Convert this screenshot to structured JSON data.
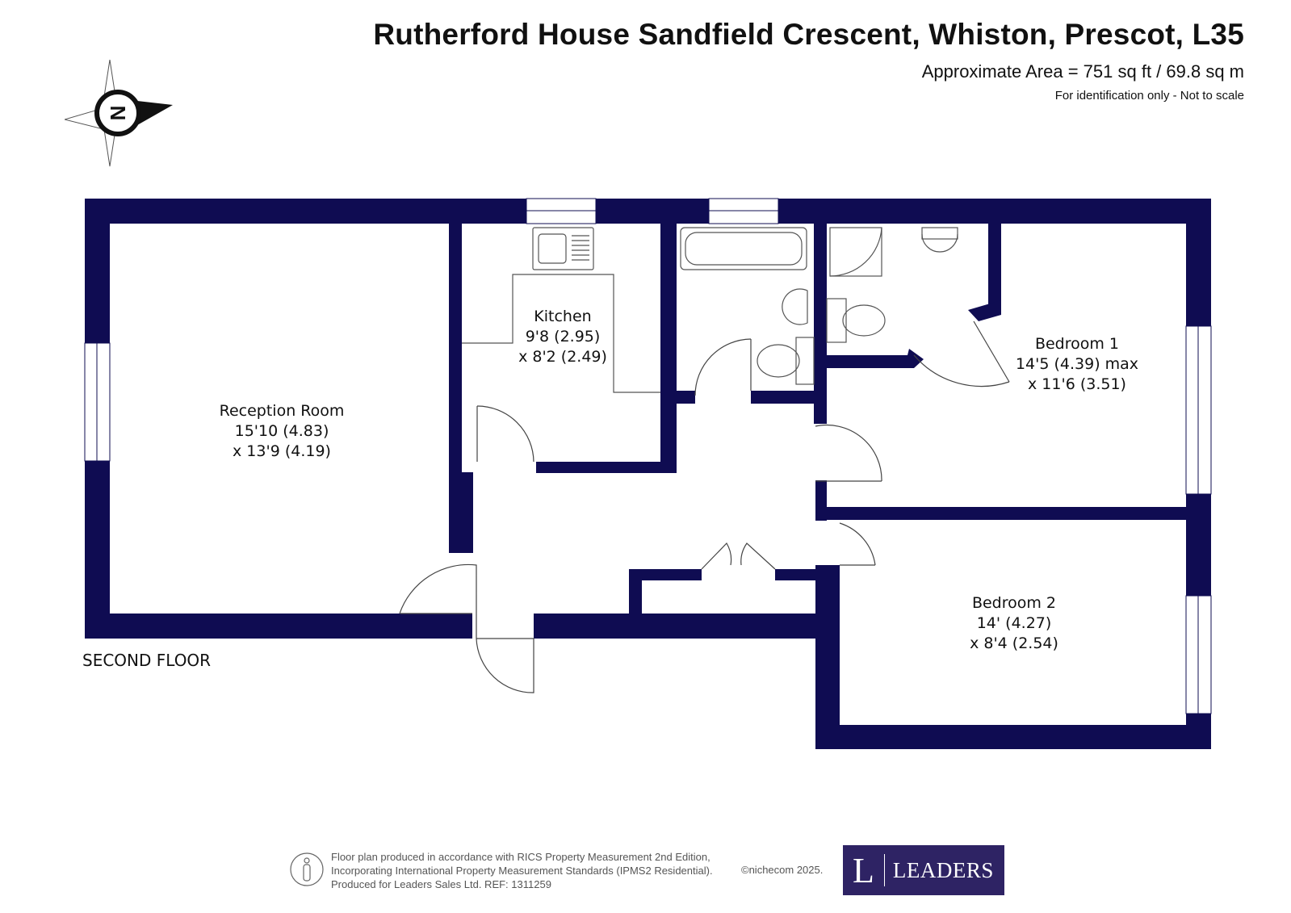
{
  "header": {
    "title": "Rutherford House Sandfield Crescent, Whiston, Prescot, L35",
    "area": "Approximate Area = 751 sq ft / 69.8 sq m",
    "identification": "For identification only - Not to scale"
  },
  "compass": {
    "letter": "N",
    "icon": "compass-rose-icon"
  },
  "floor_label": "SECOND FLOOR",
  "rooms": [
    {
      "name": "Reception Room",
      "dim1": "15'10 (4.83)",
      "dim2": "x 13'9 (4.19)"
    },
    {
      "name": "Kitchen",
      "dim1": "9'8 (2.95)",
      "dim2": "x 8'2 (2.49)"
    },
    {
      "name": "Bedroom 1",
      "dim1": "14'5 (4.39) max",
      "dim2": "x 11'6 (3.51)"
    },
    {
      "name": "Bedroom 2",
      "dim1": "14' (4.27)",
      "dim2": "x 8'4 (2.54)"
    }
  ],
  "footer": {
    "line1": "Floor plan produced in accordance with RICS Property Measurement 2nd Edition,",
    "line2": "Incorporating International Property Measurement Standards (IPMS2 Residential).",
    "line3": "Produced for Leaders Sales Ltd.   REF:  1311259",
    "copyright": "©nichecom 2025.",
    "icon": "person-icon"
  },
  "logo": {
    "letter": "L",
    "name": "LEADERS",
    "color": "#2e2364"
  },
  "colors": {
    "wall": "#0f0c52",
    "fixture": "#555555"
  }
}
